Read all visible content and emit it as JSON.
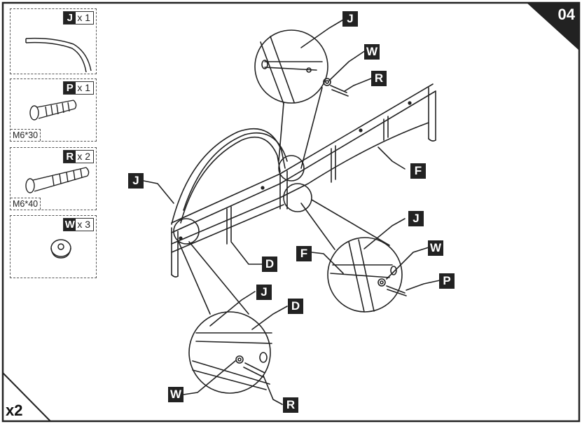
{
  "step_number": "04",
  "multiplier": "x2",
  "parts": [
    {
      "letter": "J",
      "qty": "x 1",
      "spec": "",
      "icon": "curved-rail-icon"
    },
    {
      "letter": "P",
      "qty": "x 1",
      "spec": "M6*30",
      "icon": "short-bolt-icon"
    },
    {
      "letter": "R",
      "qty": "x 2",
      "spec": "M6*40",
      "icon": "long-bolt-icon"
    },
    {
      "letter": "W",
      "qty": "x 3",
      "spec": "",
      "icon": "washer-icon"
    }
  ],
  "callouts": {
    "top_j": "J",
    "top_w": "W",
    "top_r": "R",
    "main_j": "J",
    "main_f": "F",
    "main_d": "D",
    "right_j": "J",
    "right_f": "F",
    "right_w": "W",
    "right_p": "P",
    "bottom_j": "J",
    "bottom_d": "D",
    "bottom_w": "W",
    "bottom_r": "R"
  }
}
